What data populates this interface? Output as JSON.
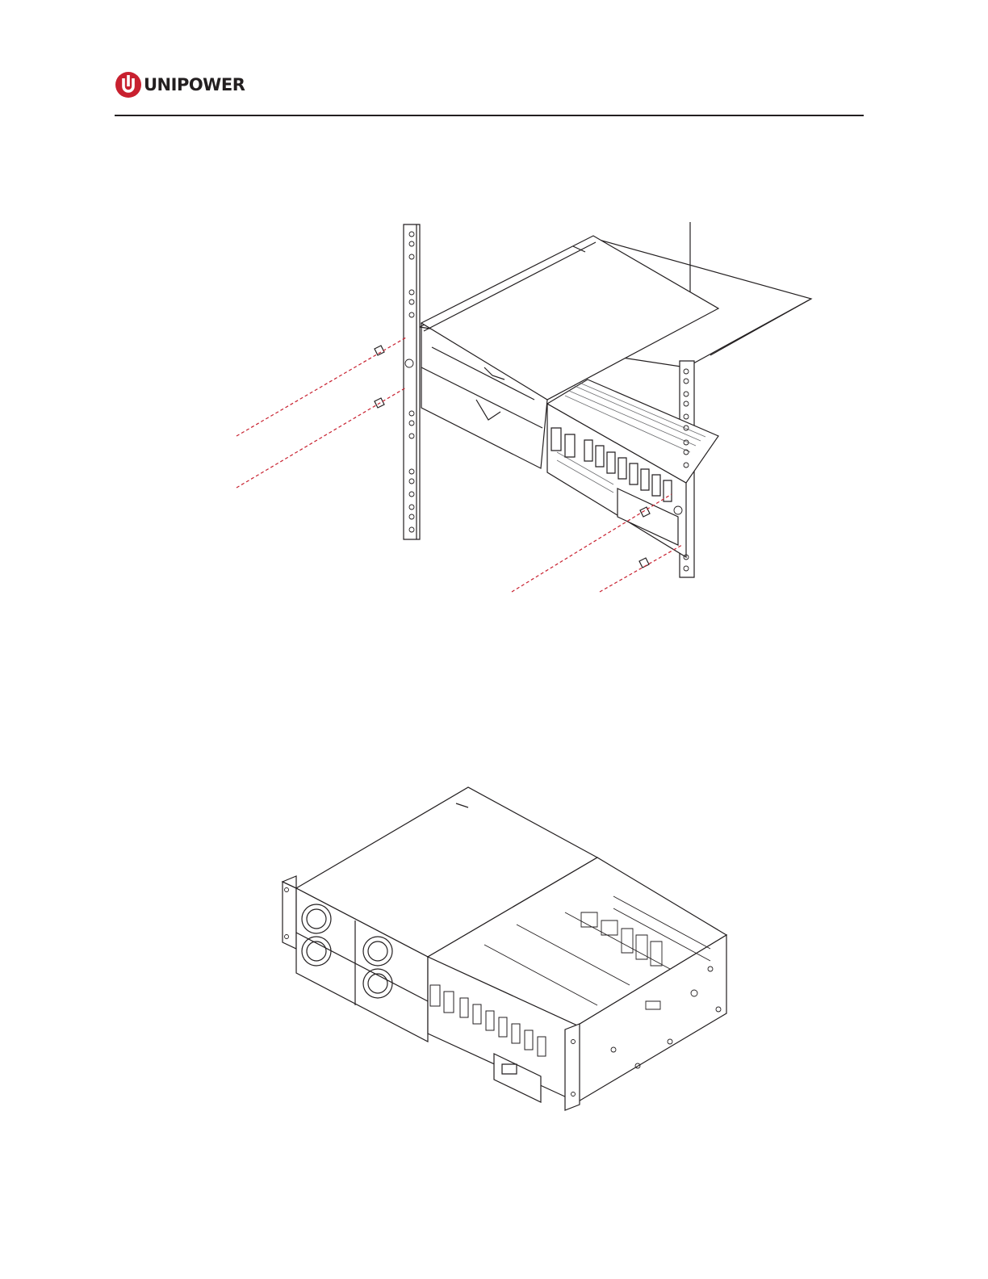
{
  "header": {
    "brand_name": "UNIPOWER",
    "brand_color": "#c8202f",
    "logo_icon": "power-icon"
  },
  "figures": [
    {
      "id": "figure-rack-mount-exploded",
      "icon": "rack-installation-illustration"
    },
    {
      "id": "figure-chassis-isometric",
      "icon": "power-shelf-illustration"
    }
  ]
}
